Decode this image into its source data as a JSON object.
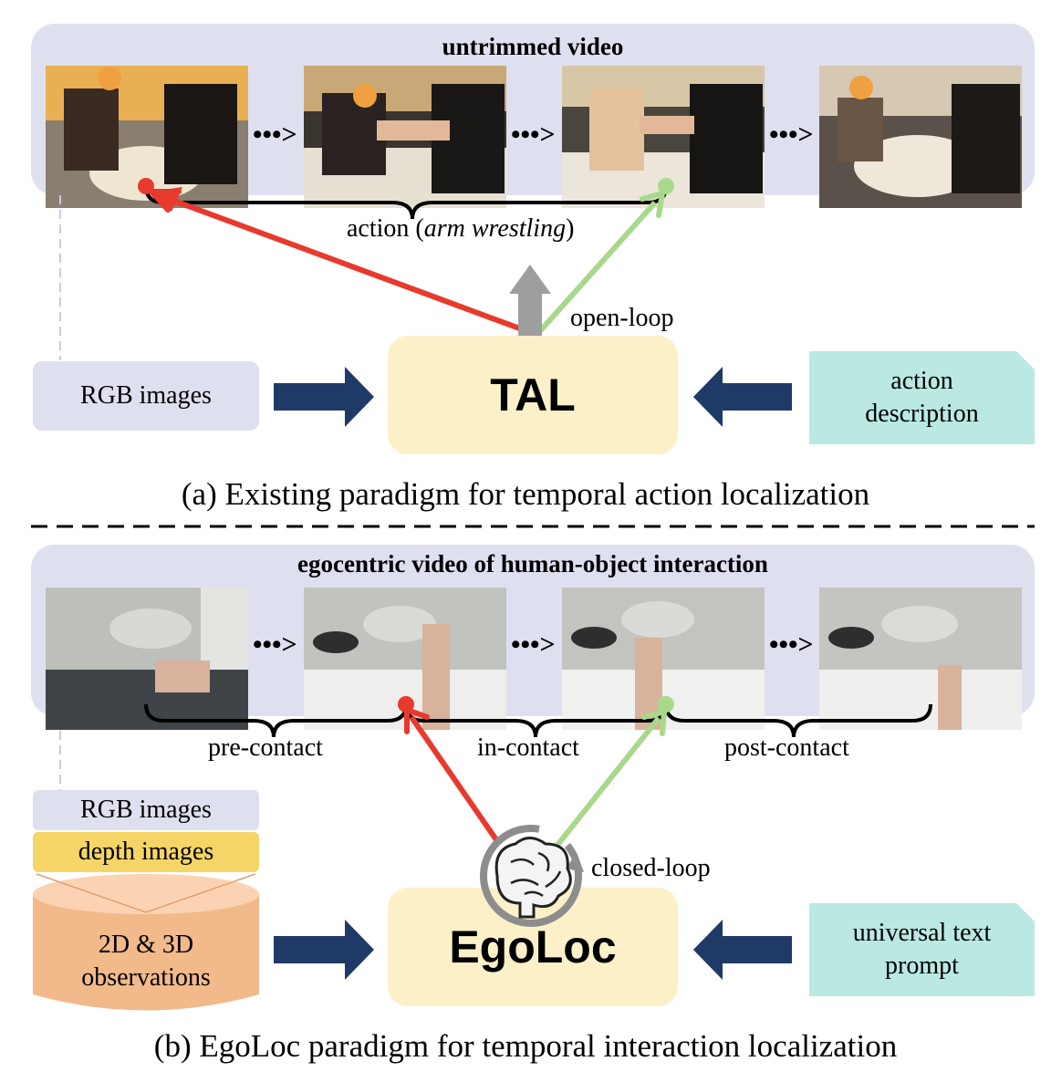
{
  "top": {
    "panel_title": "untrimmed video",
    "frames": [
      "frame-1",
      "frame-2",
      "frame-3",
      "frame-4"
    ],
    "bracket_label": "action (",
    "bracket_label_italic": "arm wrestling",
    "bracket_label_end": ")",
    "loop_label": "open-loop",
    "input_left": "RGB images",
    "center_title": "TAL",
    "input_right": "action description",
    "caption": "(a) Existing paradigm for temporal action localization"
  },
  "bottom": {
    "panel_title": "egocentric video of human-object interaction",
    "segments": [
      "pre-contact",
      "in-contact",
      "post-contact"
    ],
    "loop_label": "closed-loop",
    "stack_rgb": "RGB images",
    "stack_depth": "depth images",
    "stack_obs": "2D & 3D observations",
    "center_title": "EgoLoc",
    "input_right": "universal text prompt",
    "caption": "(b) EgoLoc paradigm for temporal interaction localization"
  },
  "colors": {
    "panel": "#dfe0ef",
    "center_box": "#fbf0c8",
    "prompt_box": "#b9e9e2",
    "arrow_navy": "#1f3a66",
    "red": "#e8392d",
    "green": "#a8d98b",
    "depth": "#f5d567",
    "cylinder": "#f2b98a"
  },
  "icons": [
    "brain-icon",
    "dots-arrow-icon",
    "doc-fold-icon"
  ]
}
